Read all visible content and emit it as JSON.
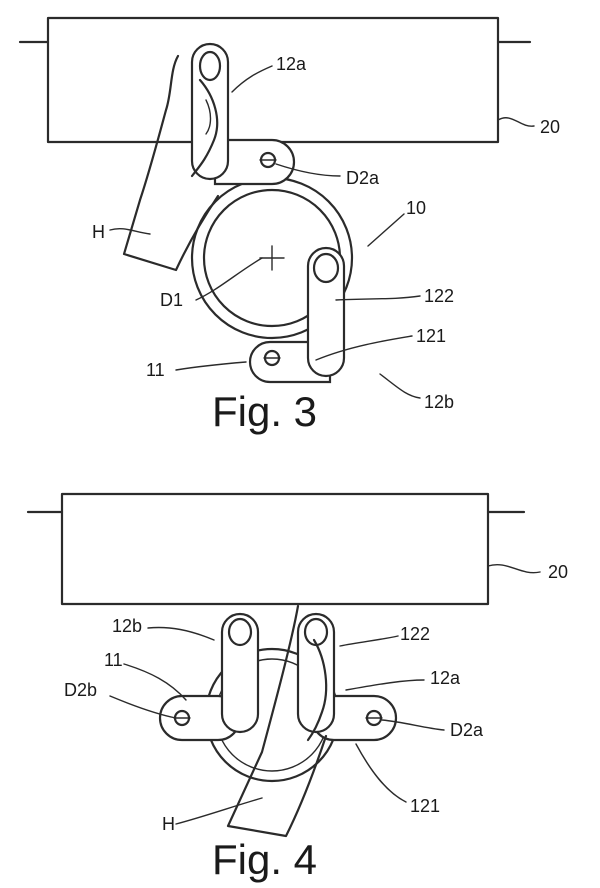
{
  "fig3": {
    "caption": "Fig. 3",
    "labels": {
      "rail": "20",
      "arm_a": "12a",
      "pivot_a": "D2a",
      "assembly": "10",
      "hand": "H",
      "axis": "D1",
      "lever": "122",
      "lever_base": "121",
      "body": "11",
      "arm_b": "12b"
    }
  },
  "fig4": {
    "caption": "Fig. 4",
    "labels": {
      "rail": "20",
      "arm_b": "12b",
      "lever": "122",
      "body": "11",
      "arm_a": "12a",
      "pivot_b": "D2b",
      "pivot_a": "D2a",
      "hand": "H",
      "lever_base": "121"
    }
  }
}
